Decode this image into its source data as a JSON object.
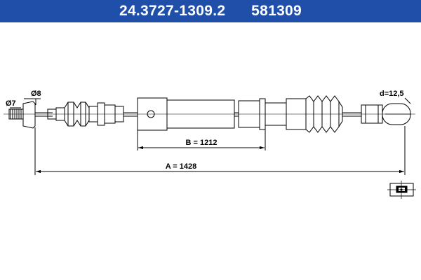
{
  "header": {
    "part_number": "24.3727-1309.2",
    "reference_number": "581309",
    "background_color": "#1f4fa8",
    "text_color": "#ffffff"
  },
  "dimensions": {
    "diameter_left_small": "Ø7",
    "diameter_left_large": "Ø8",
    "eye_diameter": "d=12,5",
    "length_b": "B = 1212",
    "length_a": "A = 1428"
  }
}
